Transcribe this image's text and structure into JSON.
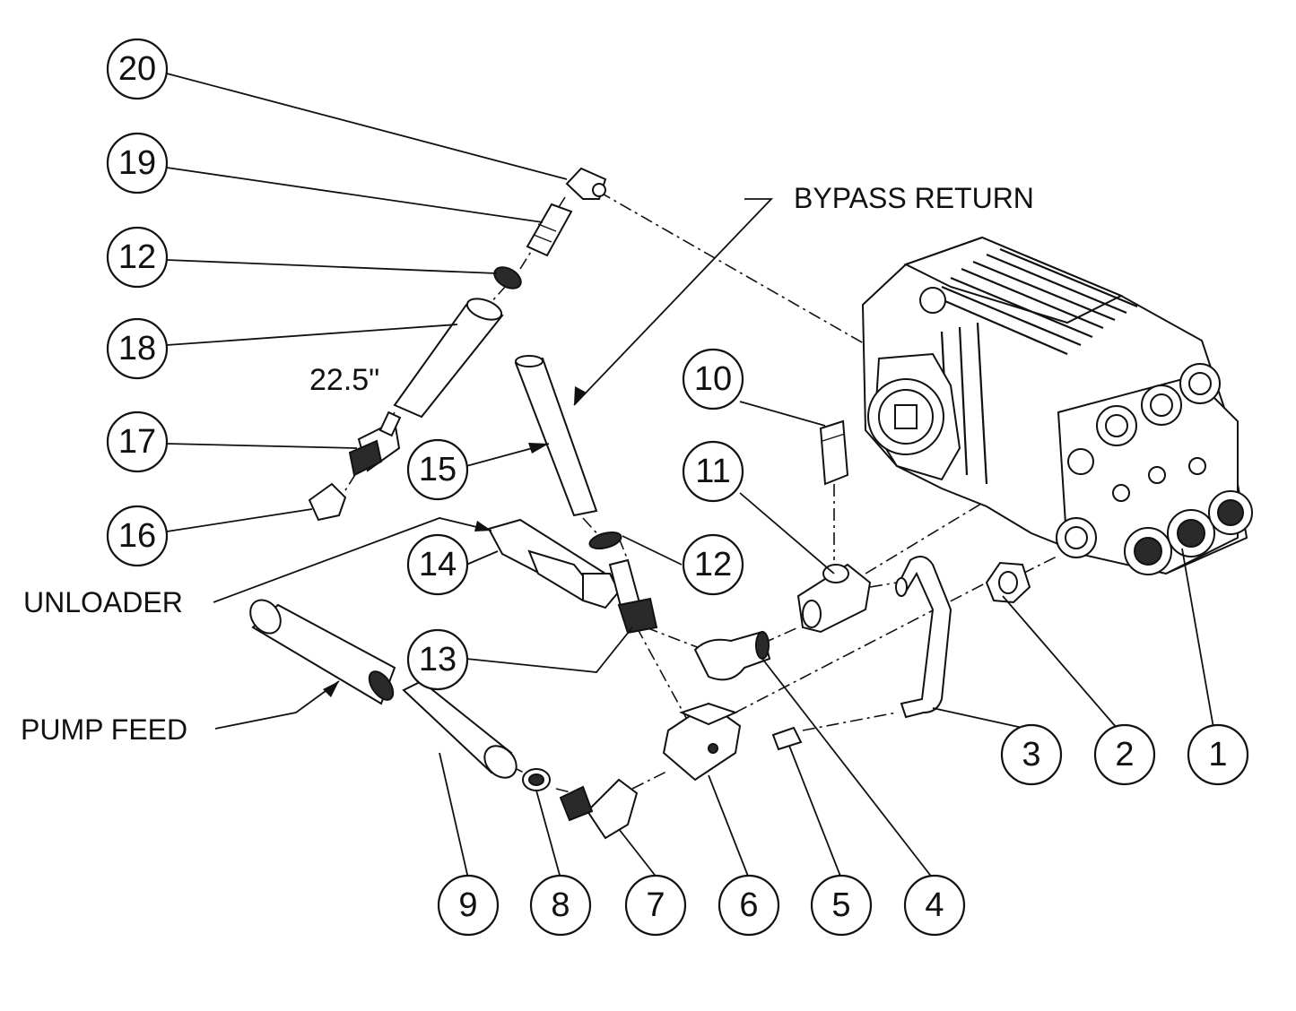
{
  "callouts": {
    "c1": "1",
    "c2": "2",
    "c3": "3",
    "c4": "4",
    "c5": "5",
    "c6": "6",
    "c7": "7",
    "c8": "8",
    "c9": "9",
    "c10": "10",
    "c11": "11",
    "c12a": "12",
    "c12b": "12",
    "c13": "13",
    "c14": "14",
    "c15": "15",
    "c16": "16",
    "c17": "17",
    "c18": "18",
    "c19": "19",
    "c20": "20"
  },
  "labels": {
    "bypass_return": "BYPASS RETURN",
    "unloader": "UNLOADER",
    "pump_feed": "PUMP FEED",
    "hose_length": "22.5\""
  }
}
